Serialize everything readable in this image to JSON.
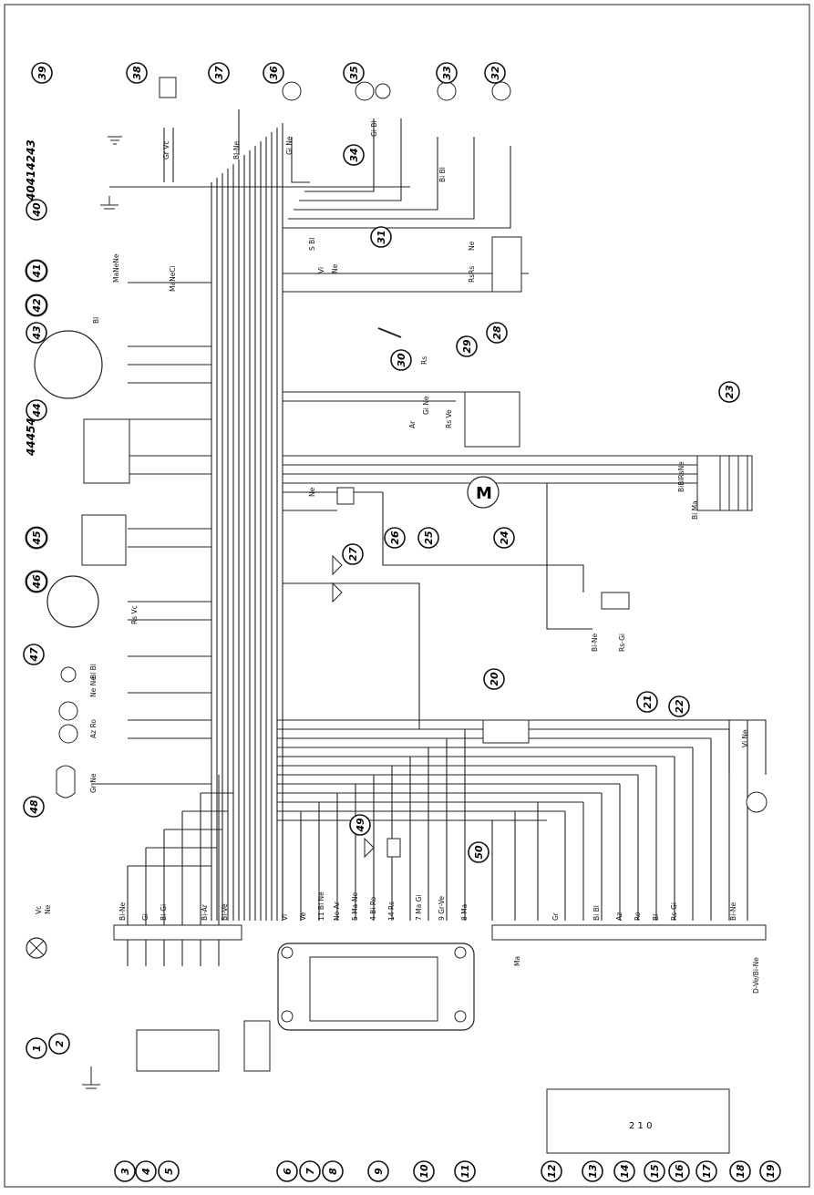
{
  "callouts": [
    {
      "id": "c1",
      "text": "1"
    },
    {
      "id": "c2",
      "text": "2"
    },
    {
      "id": "c3",
      "text": "3"
    },
    {
      "id": "c4",
      "text": "4"
    },
    {
      "id": "c5",
      "text": "5"
    },
    {
      "id": "c6",
      "text": "6"
    },
    {
      "id": "c7",
      "text": "7"
    },
    {
      "id": "c8",
      "text": "8"
    },
    {
      "id": "c9",
      "text": "9"
    },
    {
      "id": "c10",
      "text": "10"
    },
    {
      "id": "c11",
      "text": "11"
    },
    {
      "id": "c12",
      "text": "12"
    },
    {
      "id": "c13",
      "text": "13"
    },
    {
      "id": "c14",
      "text": "14"
    },
    {
      "id": "c15",
      "text": "15"
    },
    {
      "id": "c16",
      "text": "16"
    },
    {
      "id": "c17",
      "text": "17"
    },
    {
      "id": "c18",
      "text": "18"
    },
    {
      "id": "c19",
      "text": "19"
    },
    {
      "id": "c20",
      "text": "20"
    },
    {
      "id": "c21",
      "text": "21"
    },
    {
      "id": "c22",
      "text": "22"
    },
    {
      "id": "c23",
      "text": "23"
    },
    {
      "id": "c24",
      "text": "24"
    },
    {
      "id": "c25",
      "text": "25"
    },
    {
      "id": "c26",
      "text": "26"
    },
    {
      "id": "c27",
      "text": "27"
    },
    {
      "id": "c28",
      "text": "28"
    },
    {
      "id": "c29",
      "text": "29"
    },
    {
      "id": "c30",
      "text": "30"
    },
    {
      "id": "c31",
      "text": "31"
    },
    {
      "id": "c32",
      "text": "32"
    },
    {
      "id": "c33",
      "text": "33"
    },
    {
      "id": "c34",
      "text": "34"
    },
    {
      "id": "c35",
      "text": "35"
    },
    {
      "id": "c36",
      "text": "36"
    },
    {
      "id": "c37",
      "text": "37"
    },
    {
      "id": "c38",
      "text": "38"
    },
    {
      "id": "c39",
      "text": "39"
    },
    {
      "id": "c40",
      "text": "40"
    },
    {
      "id": "c41",
      "text": "41"
    },
    {
      "id": "c42",
      "text": "42"
    },
    {
      "id": "c43",
      "text": "43"
    },
    {
      "id": "c44",
      "text": "44"
    },
    {
      "id": "c45",
      "text": "45"
    },
    {
      "id": "c46",
      "text": "46"
    },
    {
      "id": "c47",
      "text": "47"
    },
    {
      "id": "c48",
      "text": "48"
    },
    {
      "id": "c49",
      "text": "49"
    },
    {
      "id": "c50",
      "text": "50"
    }
  ],
  "wire_labels": {
    "w_vc": "Vc",
    "w_ne": "Ne",
    "w_bine": "Bi-Ne",
    "w_gi": "Gi",
    "w_bigi": "Bi-Gi",
    "w_biar": "Bi-Ar",
    "w_bive": "Bi-Ve",
    "w_vi": "Vi",
    "w_ve": "Ve",
    "w_bine11": "11 Bi Ne",
    "w_nearr": "Ne-Ar",
    "w_manene": "5 Ma-Ne",
    "w_bipo": "4 Bi Ro",
    "w_rs": "14 Rs",
    "w_magi": "7 Ma Gi",
    "w_grve": "9 Gr-Ve",
    "w_ma": "8 Ma",
    "w_gr": "Gr",
    "w_bibi": "Bi Bl",
    "w_az": "Az",
    "w_ro": "Ro",
    "w_bl": "Bl",
    "w_rsgi": "Rs-Gi",
    "w_bivne": "Bi-Ne",
    "w_dvebine": "D-Ve/Bi-Ne",
    "w_grne": "Gr Ne",
    "w_azro": "Az Ro",
    "w_nene": "Ne Ne",
    "w_bibl": "Bl Bl",
    "w_rsvc": "Rs Vc",
    "w_bine_r": "Bi-Ne",
    "w_rsgi_r": "Rs-Gi",
    "w_grvc": "Gr Vc",
    "w_gine": "Gi Ne",
    "w_vine": "Vi Ne",
    "w_bine_38": "Bl-Ne",
    "w_gibl": "Gi Bl",
    "w_bibl2": "Bi Bl",
    "w_ne_r": "Ne",
    "w_rsrs": "RsRs",
    "w_rs2": "Rs",
    "w_gi_ne": "Gi Ne",
    "w_rs_ve": "Rs Ve",
    "w_ar": "Ar",
    "w_ne2": "Ne",
    "w_mane": "MaNeNe",
    "w_manc": "MaNeCi",
    "w_bl_top": "Bl",
    "w_sbl": "S Bl",
    "w_vi2": "Vi",
    "w_ne3": "Ne",
    "w_mav": "Ma",
    "w_bibine": "BiBlRsNe",
    "w_bima": "Bi Ma"
  },
  "model_codes": [
    "40414243",
    "444546"
  ],
  "component_labels": {
    "motor": "M",
    "switch_nums": "2 1 0"
  }
}
